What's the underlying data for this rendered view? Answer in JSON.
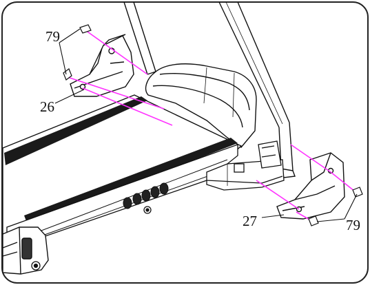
{
  "labels": {
    "part_79_top": "79",
    "part_26": "26",
    "part_27": "27",
    "part_79_bottom": "79"
  },
  "colors": {
    "frame_stroke": "#222222",
    "line_art": "#111111",
    "belt_fill": "#1a1a1a",
    "guide_line": "#ff33ff",
    "background": "#ffffff"
  }
}
